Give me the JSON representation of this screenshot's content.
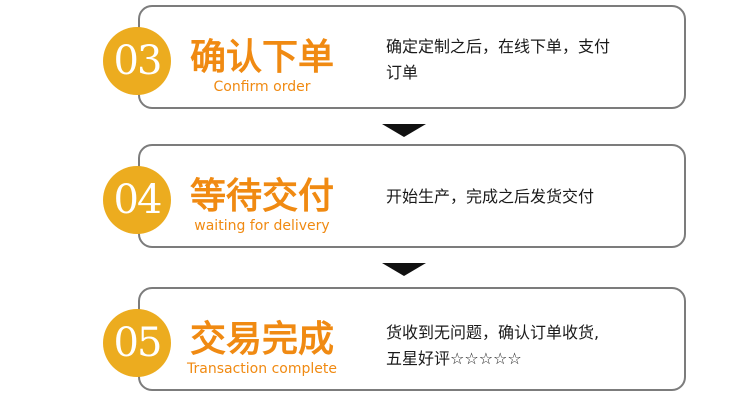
{
  "steps": [
    {
      "number": "03",
      "title_cn": "确认下单",
      "title_en": "Confirm order",
      "desc_line1": "确定定制之后，在线下单，支付",
      "desc_line2": "订单"
    },
    {
      "number": "04",
      "title_cn": "等待交付",
      "title_en": "waiting for delivery",
      "desc_line1": "开始生产，完成之后发货交付",
      "desc_line2": ""
    },
    {
      "number": "05",
      "title_cn": "交易完成",
      "title_en": "Transaction complete",
      "desc_line1": "货收到无问题，确认订单收货,",
      "desc_line2": "五星好评☆☆☆☆☆"
    }
  ],
  "colors": {
    "accent": "#f08a12",
    "badge": "#ecac1f",
    "border": "#7c7c7c",
    "arrow": "#111111"
  }
}
